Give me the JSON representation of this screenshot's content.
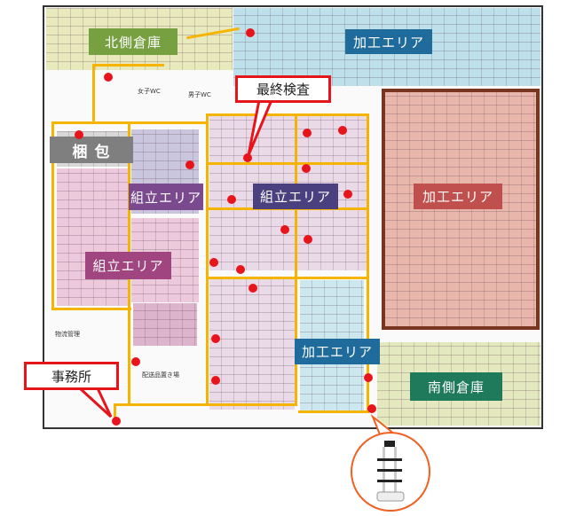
{
  "areas": {
    "north_warehouse": "北側倉庫",
    "processing_top": "加工エリア",
    "processing_right": "加工エリア",
    "processing_lower": "加工エリア",
    "packing": "梱 包",
    "assembly_1": "組立エリア",
    "assembly_2": "組立エリア",
    "assembly_3": "組立エリア",
    "south_warehouse": "南側倉庫"
  },
  "callouts": {
    "final_inspection": "最終検査",
    "office": "事務所"
  },
  "small_labels": {
    "logistics": "物流管理",
    "delivery_storage": "配送品置き場",
    "womens_wc": "女子WC",
    "mens_wc": "男子WC"
  },
  "colors": {
    "route": "#f5b400",
    "stop": "#e8141c",
    "north_warehouse": "#77a040",
    "processing": "#1f6b9b",
    "processing_right": "#c0504d",
    "south_warehouse": "#1e7a5a",
    "packing": "#7f7f7f"
  }
}
